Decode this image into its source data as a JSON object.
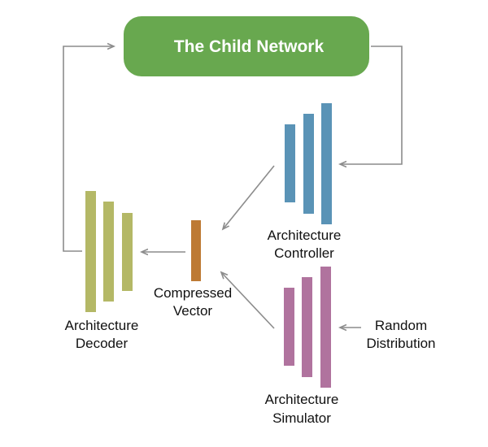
{
  "title_box": {
    "label": "The Child Network",
    "color": "#68a84f"
  },
  "controller": {
    "label_line1": "Architecture",
    "label_line2": "Controller",
    "color": "#5a93b6"
  },
  "simulator": {
    "label_line1": "Architecture",
    "label_line2": "Simulator",
    "color": "#b0739e"
  },
  "decoder": {
    "label_line1": "Architecture",
    "label_line2": "Decoder",
    "color": "#b4b866"
  },
  "compressed": {
    "label_line1": "Compressed",
    "label_line2": "Vector",
    "color": "#bd7a34"
  },
  "random": {
    "label_line1": "Random",
    "label_line2": "Distribution"
  },
  "arrow_color": "#8c8c8c"
}
